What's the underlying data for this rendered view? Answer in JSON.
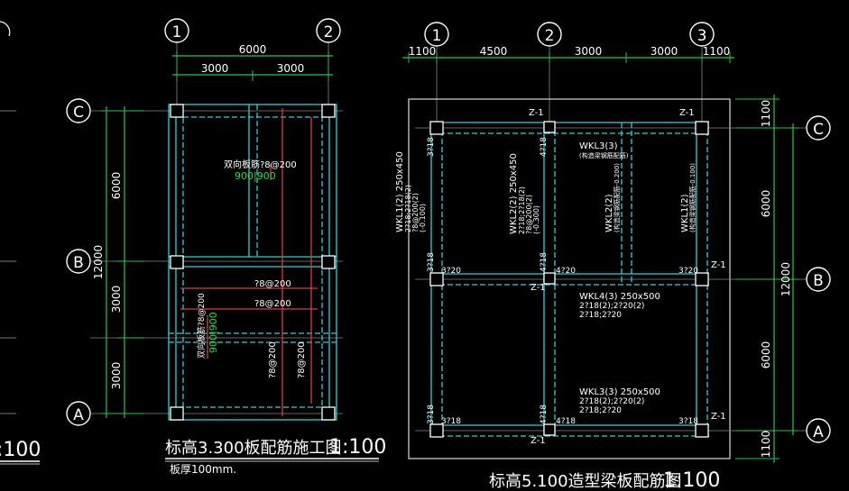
{
  "colors": {
    "background": "#000000",
    "beam": "#27d3d9",
    "dim": "#22c94a",
    "rebar": "#e03a3a",
    "text": "#ffffff",
    "outline": "#d8d8d8",
    "green_text": "#22e043"
  },
  "left_plan": {
    "axis_top": [
      "1",
      "2"
    ],
    "axis_side": [
      "C",
      "B",
      "A"
    ],
    "dims_top": {
      "total": "6000",
      "span1": "3000",
      "span2": "3000"
    },
    "dims_left": {
      "total": "12000",
      "s1": "6000",
      "s2": "3000",
      "s3": "3000"
    },
    "rebar_labels": {
      "top_panel": "双向板筋?8@200",
      "extent_top": "900|900",
      "mid_top": "?8@200",
      "mid_second": "?8@200",
      "lower_left": "双向板筋?8@200",
      "extent_lower": "900|900",
      "v1": "?8@200",
      "v2": "?8@200"
    },
    "title": "标高3.300板配筋施工图",
    "scale": "1:100",
    "note": "板厚100mm.",
    "partial_scale": ":100"
  },
  "right_plan": {
    "axis_top": [
      "1",
      "2",
      "3"
    ],
    "axis_side": [
      "C",
      "B",
      "A"
    ],
    "dims_top": [
      "1100",
      "4500",
      "3000",
      "3000",
      "1100"
    ],
    "dims_right": {
      "d1": "1100",
      "d2": "6000",
      "total": "12000",
      "d3": "6000",
      "d4": "1100"
    },
    "col_labels": {
      "z_top_left": "Z-1",
      "z_top_right": "Z-1",
      "z_mid_right": "Z-1",
      "z_mid_center": "Z-1",
      "z_bot_right": "Z-1",
      "z_bot_center": "Z-1"
    },
    "rebar_labels": {
      "c1_top": "3?18",
      "c2_top": "4?18",
      "b1": "3?18",
      "b_mid_left": "3?20",
      "b2": "4?18",
      "b2_right": "4?20",
      "b3": "3?20",
      "a1": "3?18",
      "a1_right": "3?18",
      "a2": "4?18",
      "a2_right": "4?18",
      "a3": "3?18"
    },
    "beam_labels": {
      "wkl1": "WKL1(2) 250x450",
      "wkl1_a": "2?18;2?18(2)",
      "wkl1_b": "?8@200(2)",
      "wkl1_c": "(-0.100)",
      "wkl2": "WKL2(2) 250x450",
      "wkl2_a": "2?18;2?18(2)",
      "wkl2_b": "?8@200(2)",
      "wkl2_c": "(-0.300)",
      "wkl3": "WKL3(3)",
      "wkl3_a": "(构造梁钢筋配筋)",
      "wkl2b": "WKL2(2)",
      "wkl2b_a": "(构造梁钢筋配筋-0.200)",
      "wkl1b": "WKL1(2)",
      "wkl1b_a": "(构造梁钢筋配筋-0.100)",
      "wkl4": "WKL4(3) 250x500",
      "wkl4_a": "2?18(2);2?20(2)",
      "wkl4_b": "2?18;2?20",
      "wkl3b": "WKL3(3) 250x500",
      "wkl3b_a": "2?18(2);2?20(2)",
      "wkl3b_b": "2?18;2?20"
    },
    "title": "标高5.100造型梁板配筋图",
    "scale": "1:100"
  }
}
